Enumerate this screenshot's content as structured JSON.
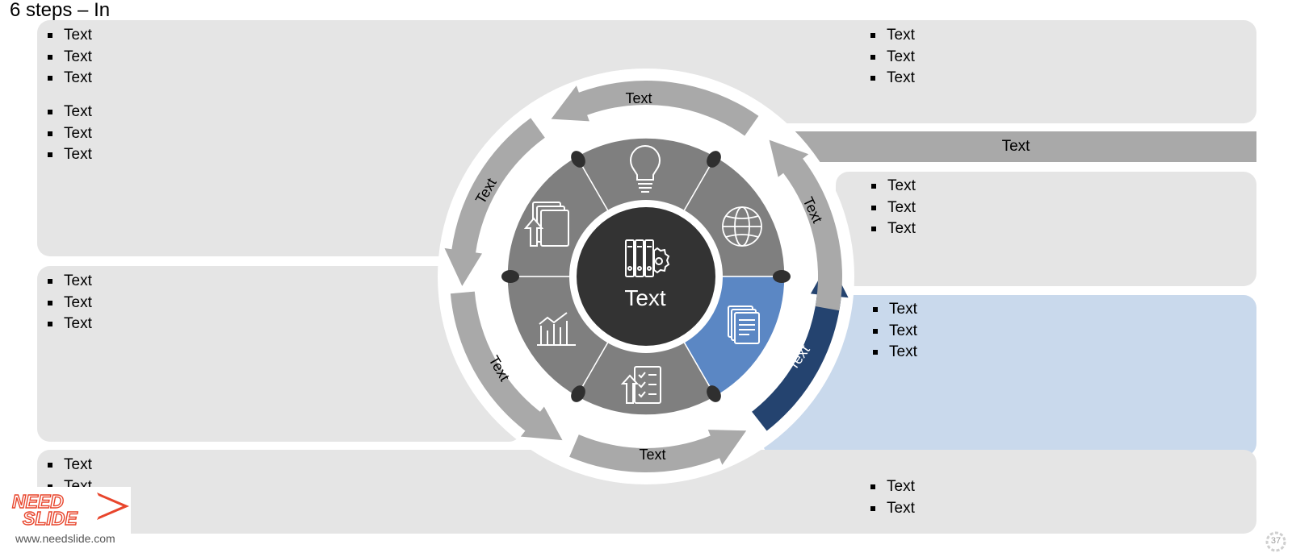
{
  "slide": {
    "title": "6 steps – In",
    "page_number": "37"
  },
  "panels": {
    "top_left": [
      "Text",
      "Text",
      "Text"
    ],
    "top_right": [
      "Text",
      "Text",
      "Text"
    ],
    "left_1": [
      "Text",
      "Text",
      "Text"
    ],
    "left_2": [
      "Text",
      "Text",
      "Text"
    ],
    "right_1": [
      "Text",
      "Text",
      "Text"
    ],
    "right_2_highlighted": [
      "Text",
      "Text",
      "Text"
    ],
    "bottom_left": [
      "Text",
      "Text"
    ],
    "bottom_right": [
      "Text",
      "Text"
    ],
    "input_bar_label": "Text"
  },
  "cycle": {
    "center_label": "Text",
    "arrows": {
      "top": "Text",
      "upper_left": "Text",
      "lower_left": "Text",
      "bottom": "Text",
      "upper_right": "Text",
      "lower_right": "Text"
    },
    "segments": [
      {
        "icon": "lightbulb-icon",
        "color": "#7f7f7f"
      },
      {
        "icon": "globe-icon",
        "color": "#7f7f7f"
      },
      {
        "icon": "documents-icon",
        "color": "#5b87c4"
      },
      {
        "icon": "checklist-icon",
        "color": "#7f7f7f"
      },
      {
        "icon": "bar-chart-icon",
        "color": "#7f7f7f"
      },
      {
        "icon": "upload-files-icon",
        "color": "#7f7f7f"
      }
    ],
    "center_icon": "binders-gear-icon"
  },
  "colors": {
    "panel_gray": "#e5e5e5",
    "panel_blue": "#c9d9ec",
    "arrow_gray": "#a9a9a9",
    "arrow_highlight": "#24436f",
    "segment_gray": "#7f7f7f",
    "segment_highlight": "#5b87c4",
    "center_dark": "#333333"
  },
  "logo": {
    "line1": "NEED",
    "line2": "SLIDE",
    "url": "www.needslide.com"
  }
}
